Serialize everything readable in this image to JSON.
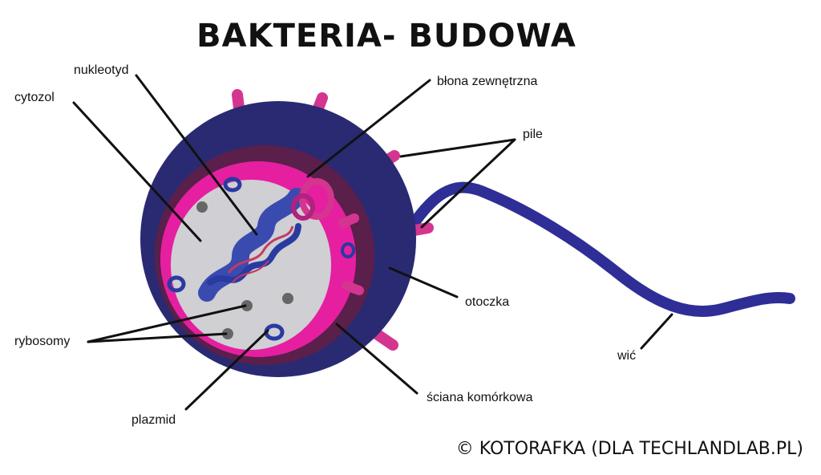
{
  "title": "BAKTERIA- BUDOWA",
  "labels": {
    "nukleotyd": "nukleotyd",
    "cytozol": "cytozol",
    "blona": "błona zewnętrzna",
    "pile": "pile",
    "otoczka": "otoczka",
    "wic": "wić",
    "rybosomy": "rybosomy",
    "sciana": "ściana komórkowa",
    "plazmid": "plazmid"
  },
  "copyright": "© KOTORAFKA (DLA TECHLANDLAB.PL)",
  "colors": {
    "capsule": "#2a2a73",
    "wall": "#5a1f4a",
    "membrane": "#e51fa0",
    "cytosol": "#cfcfd4",
    "flagellum": "#2e2e96",
    "pili": "#d4358f",
    "dna": "#3a4bb0"
  }
}
